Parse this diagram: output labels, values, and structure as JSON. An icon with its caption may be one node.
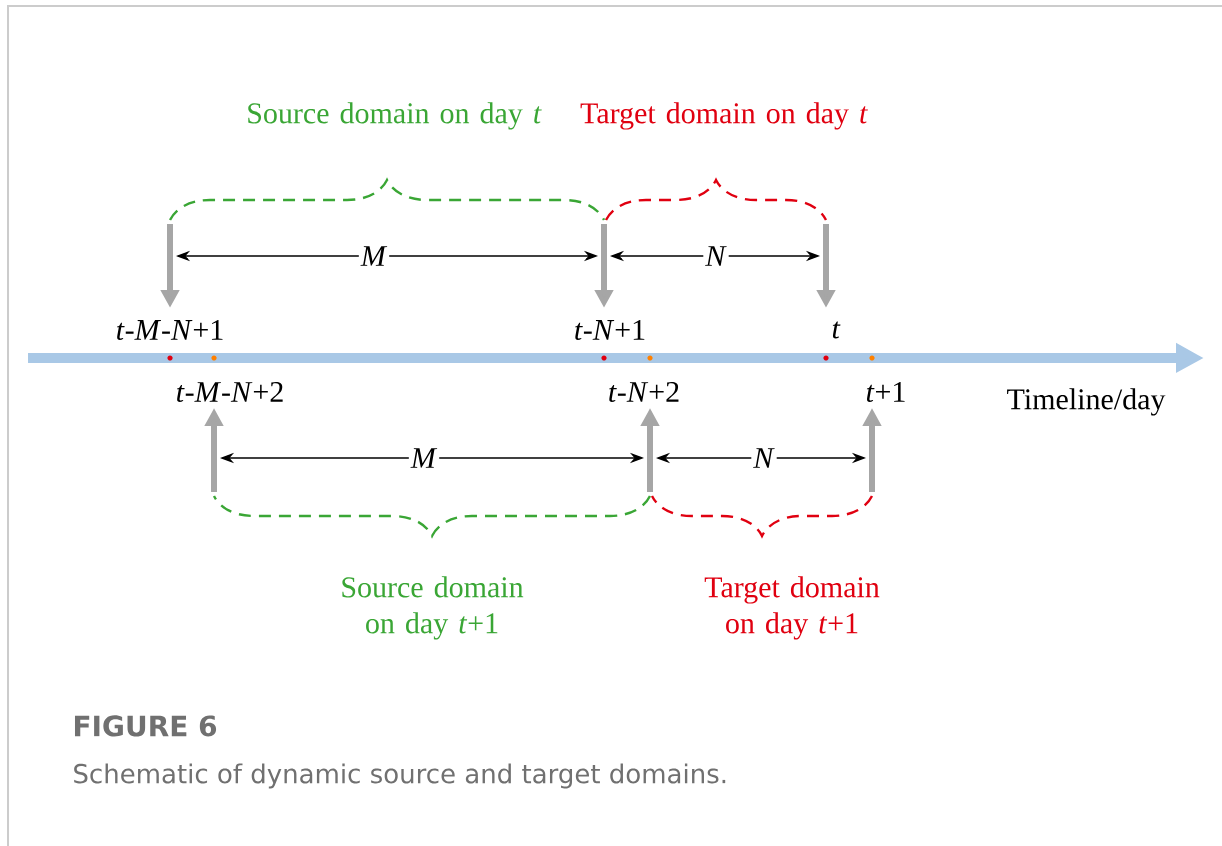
{
  "diagram": {
    "title": "FIGURE 6",
    "caption": "Schematic of dynamic source and target domains.",
    "labels": [
      "Source domain on day *t*",
      "Target domain on day *t*",
      "*M*",
      "*N*",
      "*t*-*M*-*N*+1",
      "*t*-*N*+1",
      "*t*",
      "*t*-*M*-*N*+2",
      "*t*-*N*+2",
      "*t*+1",
      "Timeline/day",
      "*M*",
      "*N*",
      "Source domain on day *t*+1",
      "Target domain on day *t*+1"
    ]
  }
}
